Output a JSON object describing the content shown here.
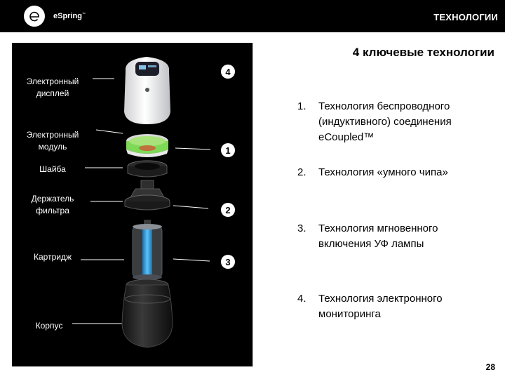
{
  "header": {
    "logo_letter": "e",
    "brand": "eSpring",
    "brand_tm": "™",
    "section": "ТЕХНОЛОГИИ"
  },
  "diagram": {
    "parts": [
      {
        "label_line1": "Электронный",
        "label_line2": "дисплей"
      },
      {
        "label_line1": "Электронный",
        "label_line2": "модуль"
      },
      {
        "label_line1": "Шайба",
        "label_line2": ""
      },
      {
        "label_line1": "Держатель",
        "label_line2": "фильтра"
      },
      {
        "label_line1": "Картридж",
        "label_line2": ""
      },
      {
        "label_line1": "Корпус",
        "label_line2": ""
      }
    ],
    "badges": [
      "4",
      "1",
      "2",
      "3"
    ],
    "accent_green": "#7ed957",
    "accent_blue": "#3aa6e6"
  },
  "main": {
    "heading": "4 ключевые технологии",
    "technologies": [
      {
        "num": "1.",
        "text": "Технология беспроводного (индуктивного) соединения eCoupled™"
      },
      {
        "num": "2.",
        "text": "Технология «умного чипа»"
      },
      {
        "num": "3.",
        "text": "Технология мгновенного включения УФ лампы"
      },
      {
        "num": "4.",
        "text": "Технология электронного мониторинга"
      }
    ]
  },
  "footer": {
    "page_number": "28"
  }
}
